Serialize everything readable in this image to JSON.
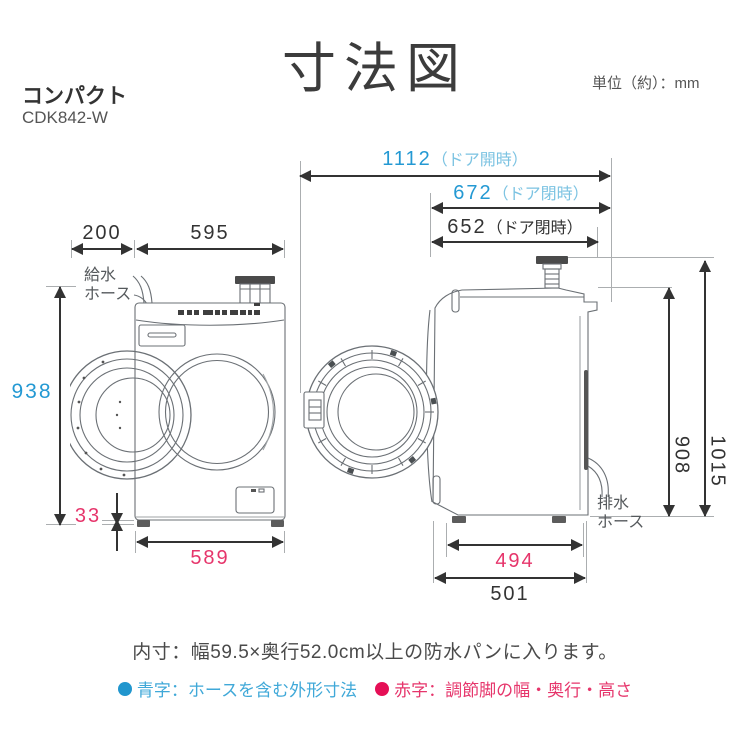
{
  "header": {
    "title": "寸法図",
    "unit": "単位（約）：mm",
    "product_type": "コンパクト",
    "model": "CDK842-W"
  },
  "colors": {
    "blue_number": "#2499d3",
    "blue_label": "#7cc3e2",
    "red": "#e6356b",
    "legend_blue_dot": "#2196ce",
    "legend_red_dot": "#e50f56",
    "dim_line": "#333333",
    "extension_line": "#abaeb0",
    "drawing_stroke": "#6b7075"
  },
  "dims": {
    "d1112": {
      "num": "1112",
      "label": "（ドア開時）"
    },
    "d672": {
      "num": "672",
      "label": "（ドア閉時）"
    },
    "d652": {
      "num": "652",
      "label": "（ドア閉時）"
    },
    "d200": {
      "num": "200"
    },
    "d595": {
      "num": "595"
    },
    "d938": {
      "num": "938"
    },
    "d33": {
      "num": "33"
    },
    "d589": {
      "num": "589"
    },
    "d494": {
      "num": "494"
    },
    "d501": {
      "num": "501"
    },
    "d908": {
      "num": "908"
    },
    "d1015": {
      "num": "1015"
    }
  },
  "labels": {
    "supply_hose_line1": "給水",
    "supply_hose_line2": "ホース",
    "drain_hose_line1": "排水",
    "drain_hose_line2": "ホース"
  },
  "footer": {
    "note": "内寸：幅59.5×奥行52.0cm以上の防水パンに入ります。",
    "legend_blue": "青字：ホースを含む外形寸法",
    "legend_red": "赤字：調節脚の幅・奥行・高さ"
  }
}
